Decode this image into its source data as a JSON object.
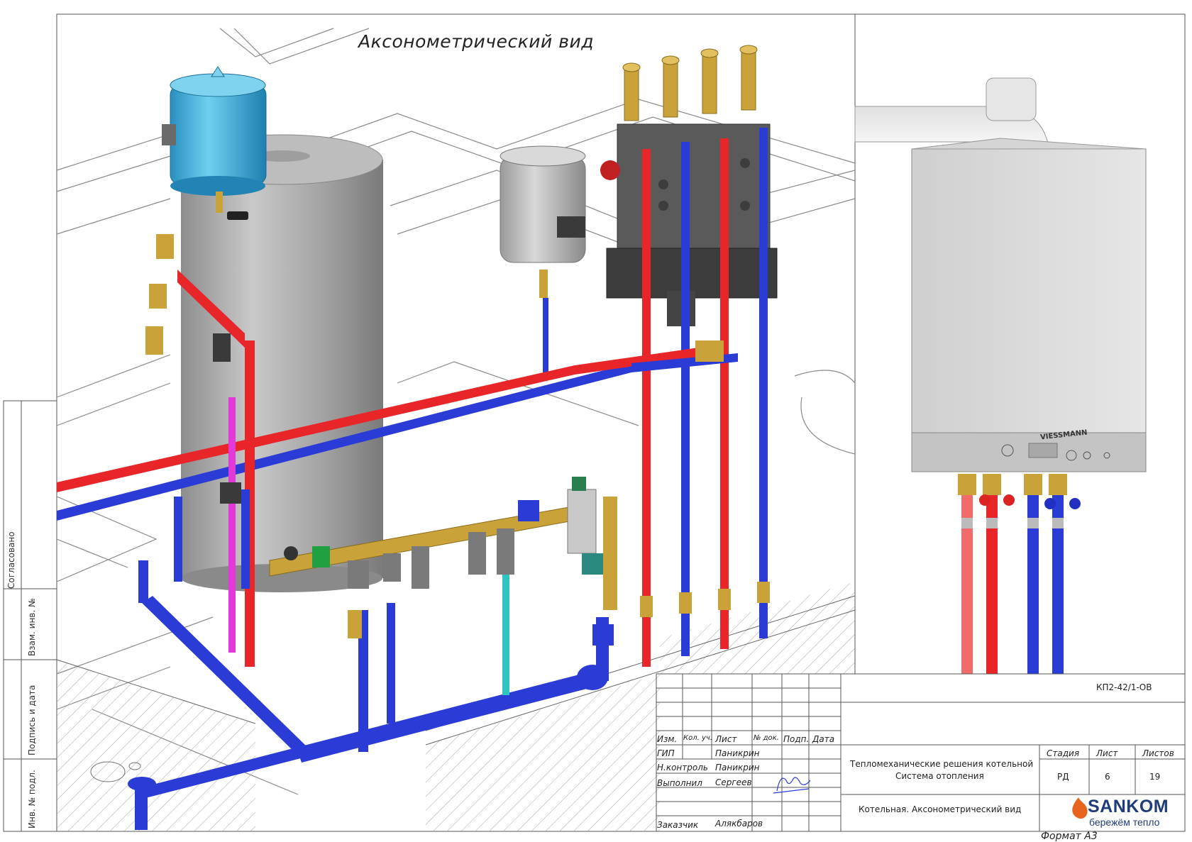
{
  "drawing": {
    "title": "Аксонометрический вид",
    "side_labels": [
      "Согласовано",
      "Взам. инв. №",
      "Подпись и дата",
      "Инв. № подл."
    ],
    "boiler_brand": "VIESSMANN"
  },
  "title_block": {
    "code": "КП2-42/1-ОВ",
    "headers": {
      "izm": "Изм.",
      "kol": "Кол. уч.",
      "list": "Лист",
      "doc": "№ док.",
      "podp": "Подп.",
      "date": "Дата"
    },
    "people": [
      {
        "role": "ГИП",
        "name": "Паникрин"
      },
      {
        "role": "Н.контроль",
        "name": "Паникрин"
      },
      {
        "role": "Выполнил",
        "name": "Сергеев"
      }
    ],
    "customer": {
      "role": "Заказчик",
      "name": "Алякбаров"
    },
    "project_line1": "Тепломеханические решения котельной",
    "project_line2": "Система отопления",
    "sheet_title": "Котельная. Аксонометрический вид",
    "stage_label": "Стадия",
    "sheet_label": "Лист",
    "sheets_label": "Листов",
    "stage": "РД",
    "sheet": "6",
    "sheets": "19",
    "format": "Формат А3"
  },
  "logo": {
    "name": "SANKOM",
    "tagline": "бережём тепло",
    "color": "#1f3d7a",
    "flame_color": "#e8641e"
  },
  "colors": {
    "supply": "#e8262a",
    "return": "#2b3bd6",
    "vessel_blue": "#2fa6d4",
    "tank_grey": "#a9a9a9",
    "pink": "#e23ad8",
    "cyan": "#2fc4c0"
  }
}
